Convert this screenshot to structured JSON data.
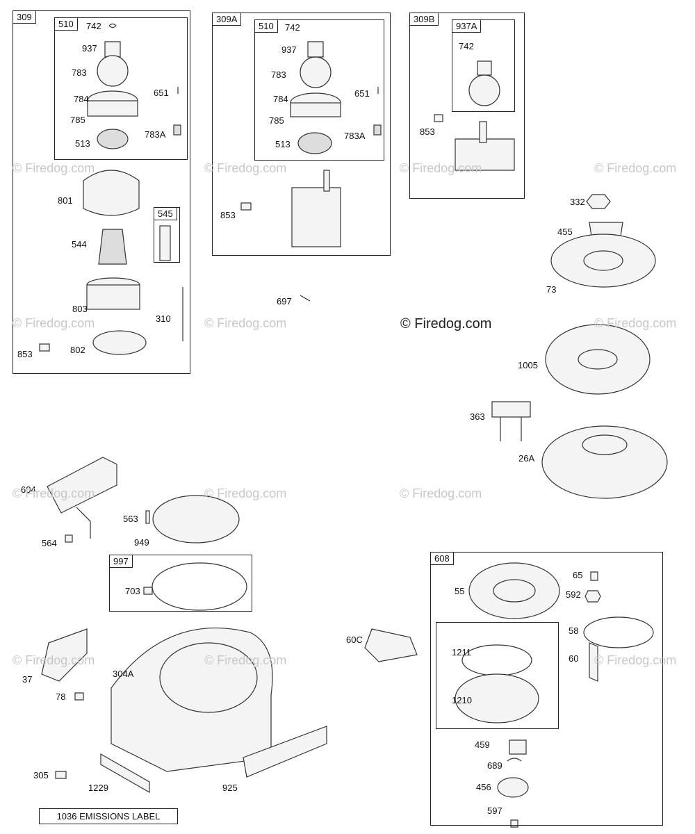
{
  "watermark": "© Firedog.com",
  "copyright": "© Firedog.com",
  "emissions_label": "1036 EMISSIONS LABEL",
  "boxes": {
    "b309": "309",
    "b510a": "510",
    "b545": "545",
    "b309A": "309A",
    "b510b": "510",
    "b309B": "309B",
    "b937A": "937A",
    "b997": "997",
    "b608": "608"
  },
  "labels": {
    "l742a": "742",
    "l937a": "937",
    "l783a": "783",
    "l784a": "784",
    "l785a": "785",
    "l513a": "513",
    "l651a": "651",
    "l783Aa": "783A",
    "l801": "801",
    "l544": "544",
    "l803": "803",
    "l310": "310",
    "l853a": "853",
    "l802": "802",
    "l742b": "742",
    "l937b": "937",
    "l783b": "783",
    "l784b": "784",
    "l785b": "785",
    "l513b": "513",
    "l651b": "651",
    "l783Ab": "783A",
    "l853b": "853",
    "l697": "697",
    "l742c": "742",
    "l853c": "853",
    "l332": "332",
    "l455": "455",
    "l73": "73",
    "l1005": "1005",
    "l363": "363",
    "l26A": "26A",
    "l604": "604",
    "l564": "564",
    "l563": "563",
    "l949": "949",
    "l703": "703",
    "l37": "37",
    "l304A": "304A",
    "l78": "78",
    "l305": "305",
    "l1229": "1229",
    "l925": "925",
    "l60C": "60C",
    "l55": "55",
    "l65": "65",
    "l592": "592",
    "l58": "58",
    "l60": "60",
    "l1211": "1211",
    "l1210": "1210",
    "l459": "459",
    "l689": "689",
    "l456": "456",
    "l597": "597"
  }
}
